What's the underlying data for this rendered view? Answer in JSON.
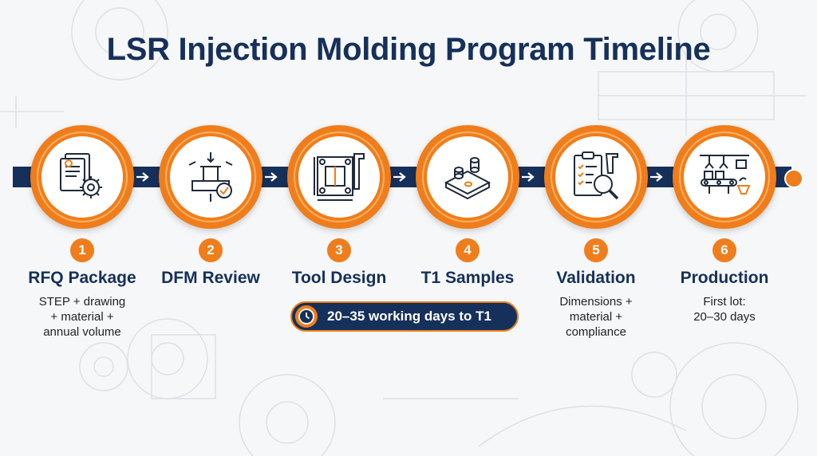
{
  "title": "LSR Injection Molding Program Timeline",
  "colors": {
    "navy": "#15305a",
    "orange": "#f07d1b",
    "background": "#f6f7f8"
  },
  "steps": [
    {
      "number": "1",
      "title": "RFQ Package",
      "description": [
        "STEP + drawing",
        "+ material +",
        "annual volume"
      ],
      "icon": "documents-gear-icon"
    },
    {
      "number": "2",
      "title": "DFM Review",
      "description": [],
      "icon": "part-check-icon"
    },
    {
      "number": "3",
      "title": "Tool Design",
      "description": [],
      "icon": "mold-blueprint-caliper-icon"
    },
    {
      "number": "4",
      "title": "T1 Samples",
      "description": [],
      "icon": "molded-parts-icon"
    },
    {
      "number": "5",
      "title": "Validation",
      "description": [
        "Dimensions +",
        "material +",
        "compliance"
      ],
      "icon": "clipboard-magnifier-icon"
    },
    {
      "number": "6",
      "title": "Production",
      "description": [
        "First lot:",
        "20–30 days"
      ],
      "icon": "production-line-icon"
    }
  ],
  "callout": {
    "text": "20–35 working days to T1",
    "icon": "clock-icon"
  }
}
